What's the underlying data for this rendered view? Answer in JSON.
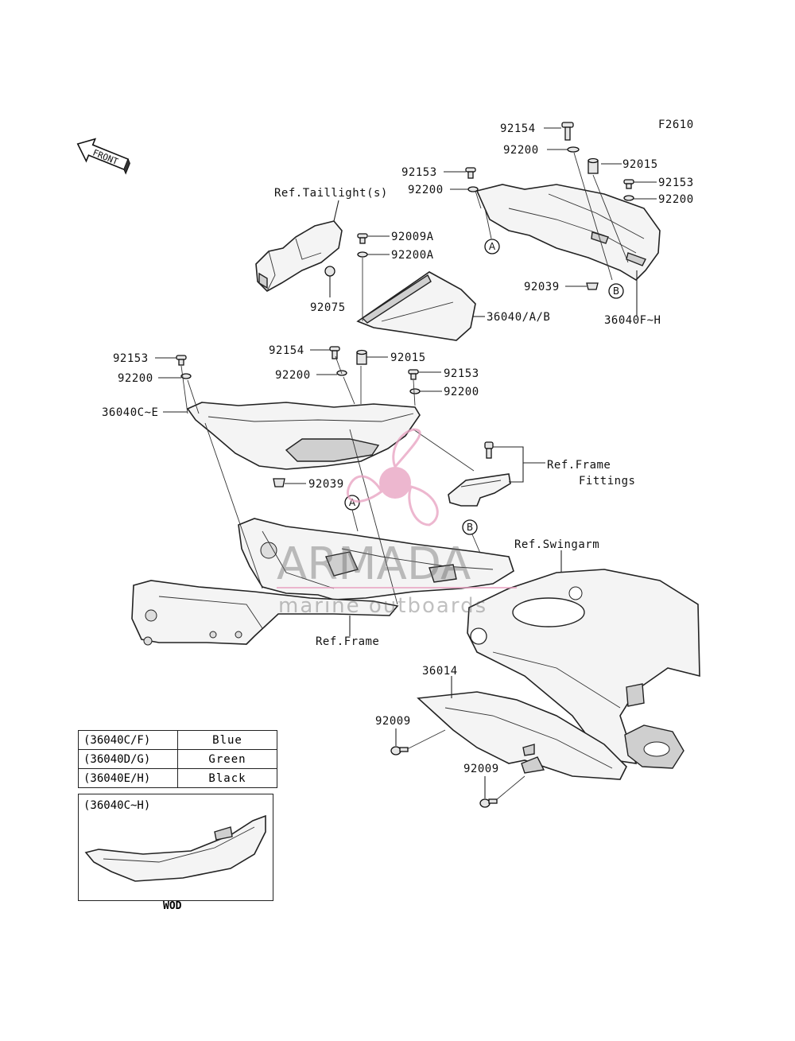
{
  "figure_code": "F2610",
  "front_arrow": "FRONT",
  "callouts": {
    "p92154_top": "92154",
    "p92200_top": "92200",
    "p92015_top": "92015",
    "p92153_r": "92153",
    "p92200_r": "92200",
    "p92153_mid": "92153",
    "p92200_mid": "92200",
    "p92009A": "92009A",
    "p92200A": "92200A",
    "p92075": "92075",
    "p36040AB": "36040/A/B",
    "p92039_r": "92039",
    "p36040FH": "36040F~H",
    "p92153_l": "92153",
    "p92200_l": "92200",
    "p36040CE": "36040C~E",
    "p92154_m": "92154",
    "p92015_m": "92015",
    "p92200_m": "92200",
    "p92153_c": "92153",
    "p92200_c": "92200",
    "p92039_l": "92039",
    "p36014": "36014",
    "p92009_a": "92009",
    "p92009_b": "92009"
  },
  "refs": {
    "taillight": "Ref.Taillight(s)",
    "frame_fittings_1": "Ref.Frame",
    "frame_fittings_2": "Fittings",
    "swingarm": "Ref.Swingarm",
    "frame": "Ref.Frame"
  },
  "markers": {
    "a": "A",
    "b": "B"
  },
  "color_table": [
    {
      "code": "(36040C/F)",
      "color": "Blue"
    },
    {
      "code": "(36040D/G)",
      "color": "Green"
    },
    {
      "code": "(36040E/H)",
      "color": "Black"
    }
  ],
  "wod": {
    "title": "(36040C~H)",
    "label": "WOD"
  },
  "watermark": {
    "brand": "ARMADA",
    "tagline": "marine outboards",
    "accent": "#e8a0c0",
    "accent_dark": "#d44a8a"
  }
}
